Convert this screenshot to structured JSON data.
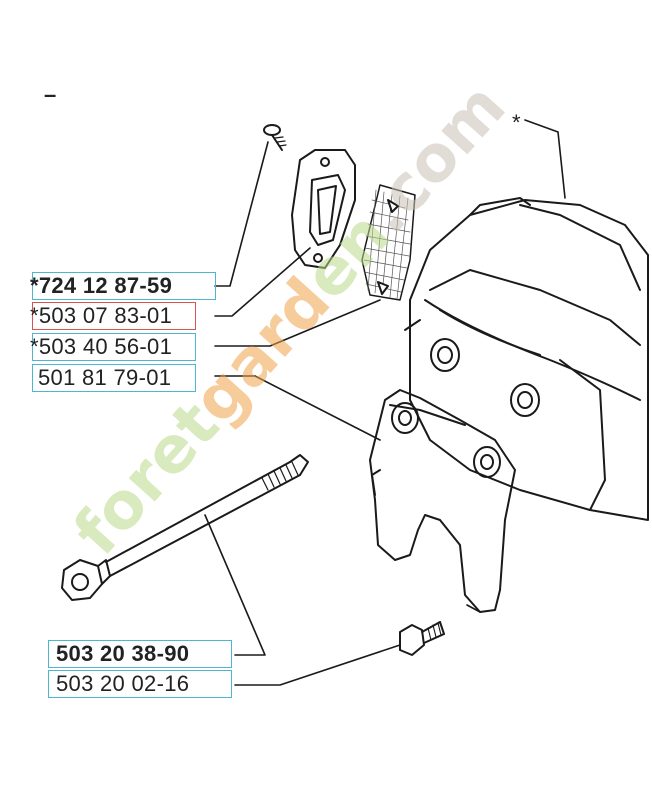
{
  "colors": {
    "line": "#1a1a1a",
    "highlight_blue": "#4fb6cf",
    "highlight_red": "#d9534f",
    "watermark_green": "#b9d98a",
    "watermark_orange": "#f2a34a",
    "watermark_grey": "#c9c2b6"
  },
  "parts": [
    {
      "label": "*724 12 87-59",
      "bold": true,
      "highlight": "blue"
    },
    {
      "label": "*503 07 83-01",
      "bold": false,
      "highlight": "red"
    },
    {
      "label": "*503 40 56-01",
      "bold": false,
      "highlight": "blue"
    },
    {
      "label": "501 81 79-01",
      "bold": false,
      "highlight": "blue"
    },
    {
      "label": "503 20 38-90",
      "bold": true,
      "highlight": "blue"
    },
    {
      "label": "503 20 02-16",
      "bold": false,
      "highlight": "blue"
    }
  ],
  "callout_marker": "*",
  "top_mark": "–",
  "watermark": {
    "text_a": "foret",
    "text_b": "gard",
    "text_c": "en",
    "text_d": ".com"
  }
}
